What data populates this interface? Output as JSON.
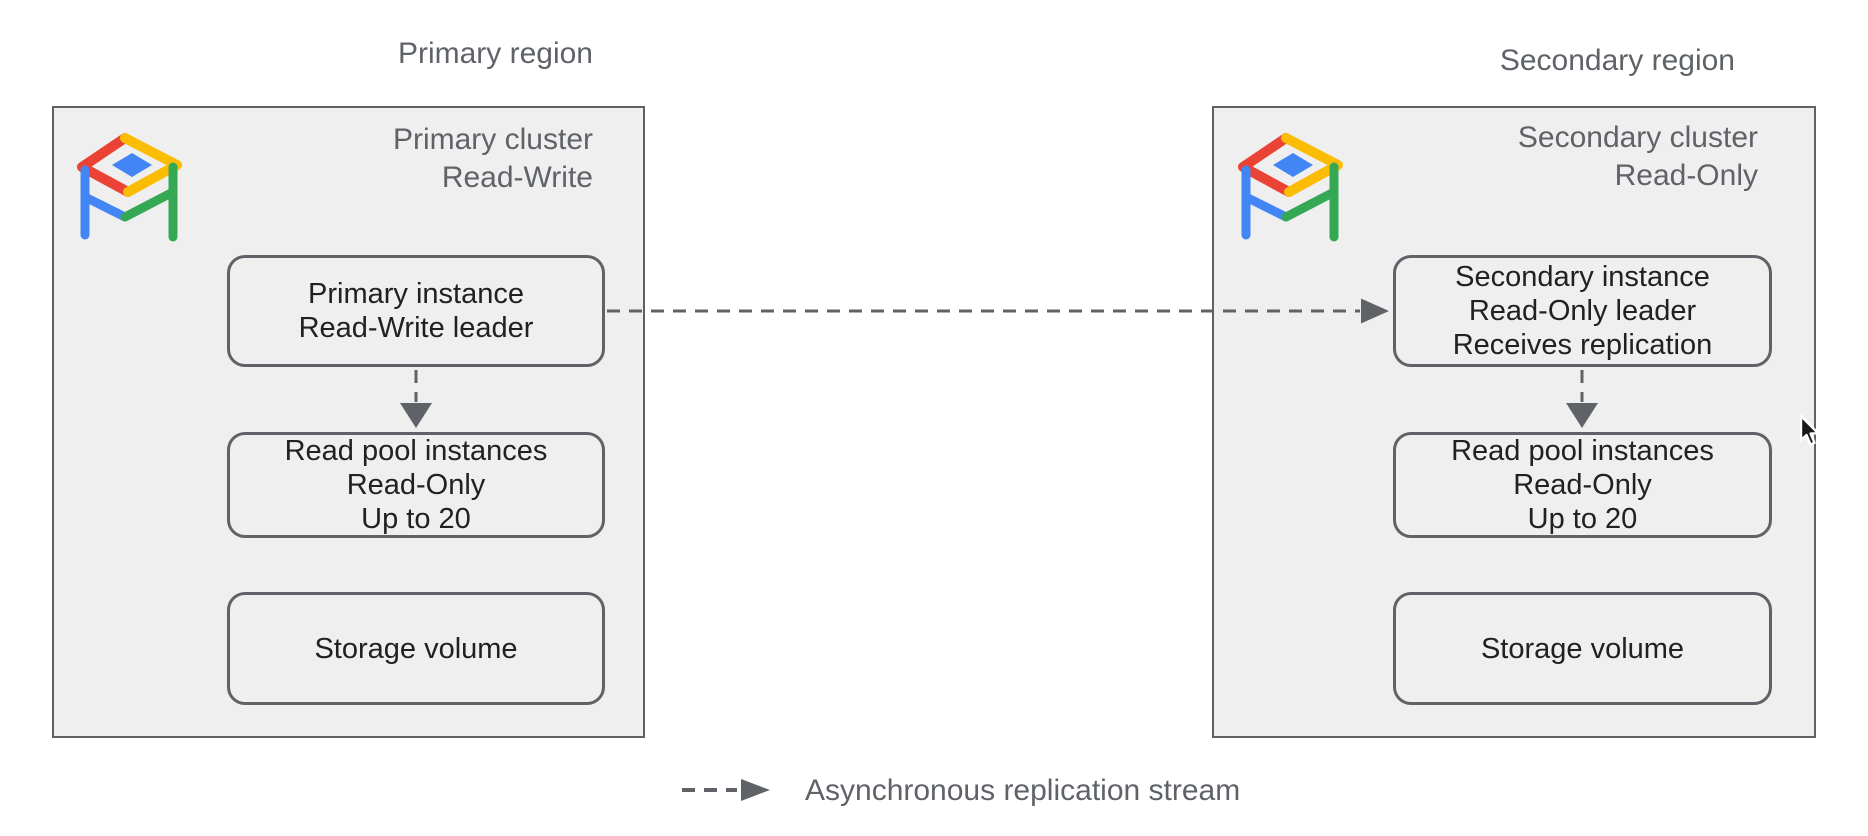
{
  "regions": {
    "primary_label": "Primary region",
    "secondary_label": "Secondary region"
  },
  "primary_cluster": {
    "title_lines": [
      "Primary cluster",
      "Read-Write"
    ],
    "nodes": {
      "instance": {
        "lines": [
          "Primary instance",
          "Read-Write leader"
        ]
      },
      "read_pool": {
        "lines": [
          "Read pool instances",
          "Read-Only",
          "Up to 20"
        ]
      },
      "storage": {
        "lines": [
          "Storage volume"
        ]
      }
    }
  },
  "secondary_cluster": {
    "title_lines": [
      "Secondary cluster",
      "Read-Only"
    ],
    "nodes": {
      "instance": {
        "lines": [
          "Secondary instance",
          "Read-Only leader",
          "Receives replication"
        ]
      },
      "read_pool": {
        "lines": [
          "Read pool instances",
          "Read-Only",
          "Up to 20"
        ]
      },
      "storage": {
        "lines": [
          "Storage volume"
        ]
      }
    }
  },
  "legend": {
    "label": "Asynchronous replication stream"
  },
  "icons": {
    "cluster_logo": "alloydb-icon",
    "cursor": "mouse-pointer-icon"
  },
  "colors": {
    "container_fill": "#efefef",
    "container_border": "#616161",
    "node_border": "#5f6368",
    "node_text": "#212121",
    "gray_text": "#5f6368",
    "arrow": "#5f6368",
    "logo_red": "#EA4335",
    "logo_yellow": "#FBBC04",
    "logo_green": "#34A853",
    "logo_blue": "#4285F4"
  }
}
